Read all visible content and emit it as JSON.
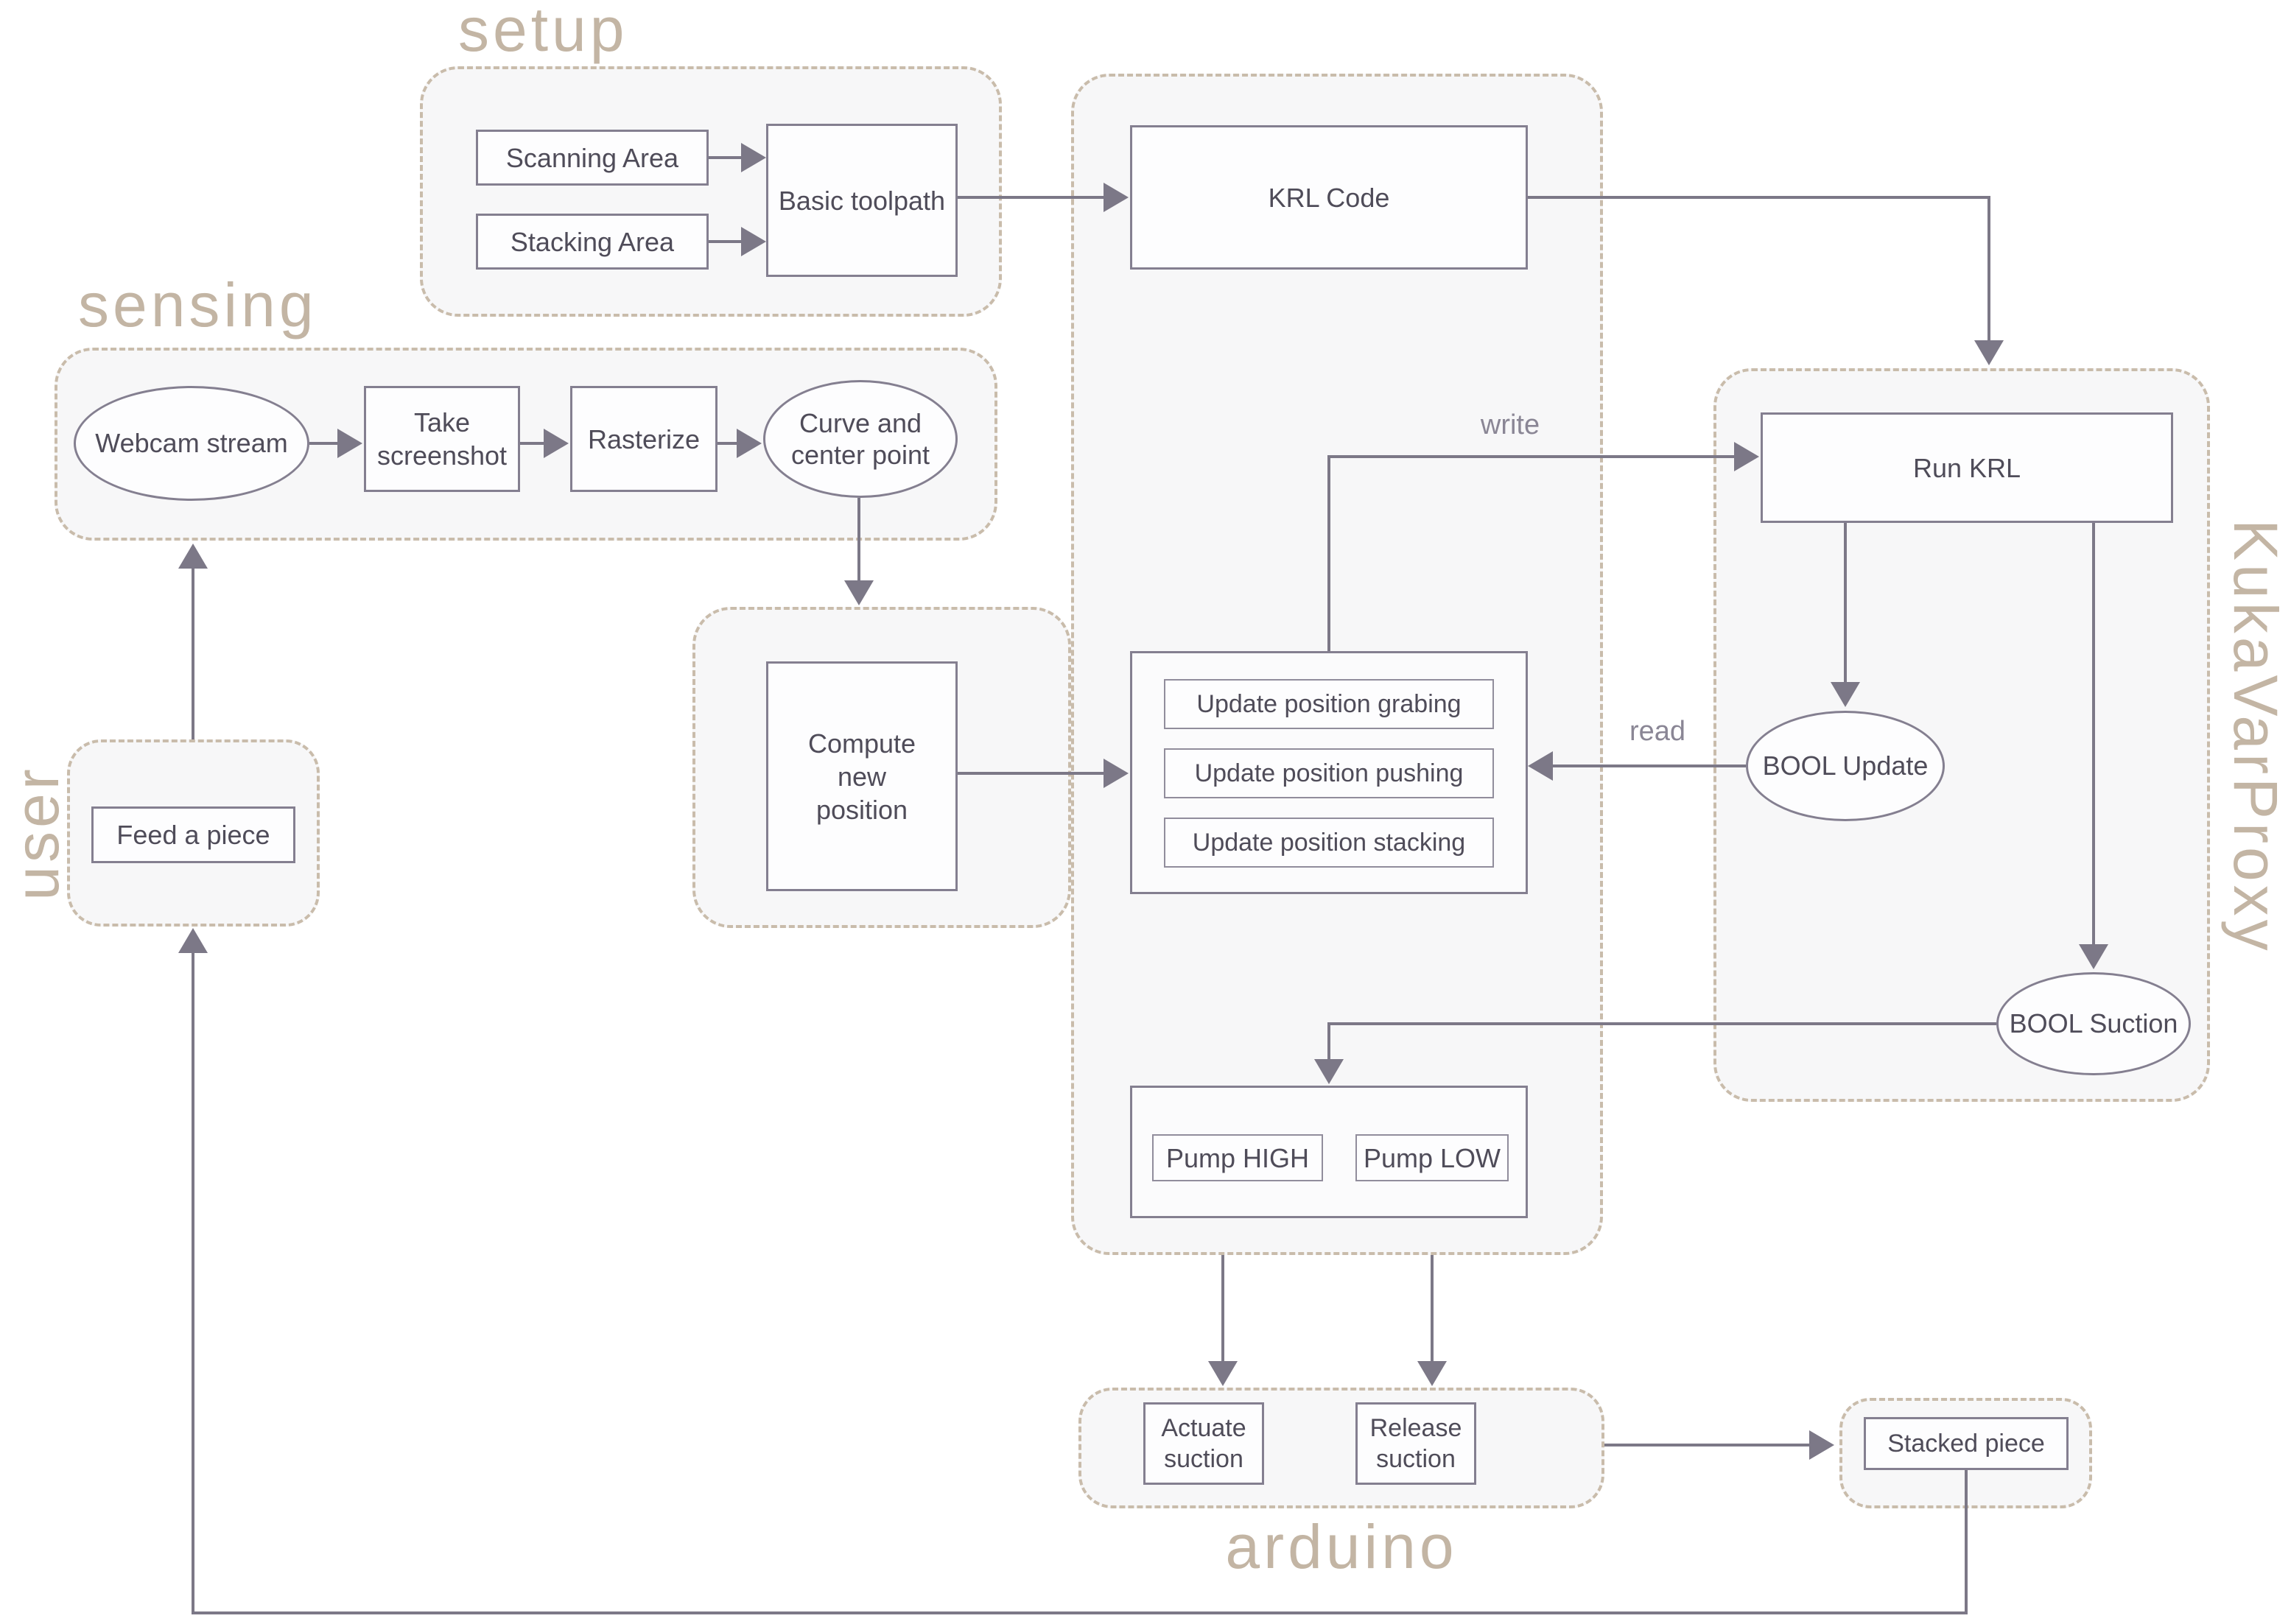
{
  "diagram": {
    "groups": {
      "setup": "setup",
      "sensing": "sensing",
      "user": "user",
      "kukavarproxy": "KukaVarProxy",
      "arduino": "arduino"
    },
    "nodes": {
      "scanning_area": "Scanning Area",
      "stacking_area": "Stacking Area",
      "basic_toolpath": "Basic toolpath",
      "krl_code": "KRL Code",
      "webcam_stream": "Webcam stream",
      "take_screenshot": "Take screenshot",
      "rasterize": "Rasterize",
      "curve_center": "Curve and center point",
      "feed_piece": "Feed a piece",
      "compute_new_position": "Compute new position",
      "update_grabing": "Update position grabing",
      "update_pushing": "Update position pushing",
      "update_stacking": "Update position stacking",
      "run_krl": "Run KRL",
      "bool_update": "BOOL Update",
      "bool_suction": "BOOL Suction",
      "pump_high": "Pump HIGH",
      "pump_low": "Pump LOW",
      "actuate_suction": "Actuate suction",
      "release_suction": "Release suction",
      "stacked_piece": "Stacked piece"
    },
    "edge_labels": {
      "write": "write",
      "read": "read"
    },
    "colors": {
      "group_fill": "#f7f7f8",
      "group_border": "#c9bcab",
      "group_label": "#c3b5a4",
      "node_border": "#847f90",
      "node_text": "#4f4c59",
      "connector": "#7c7887"
    }
  }
}
